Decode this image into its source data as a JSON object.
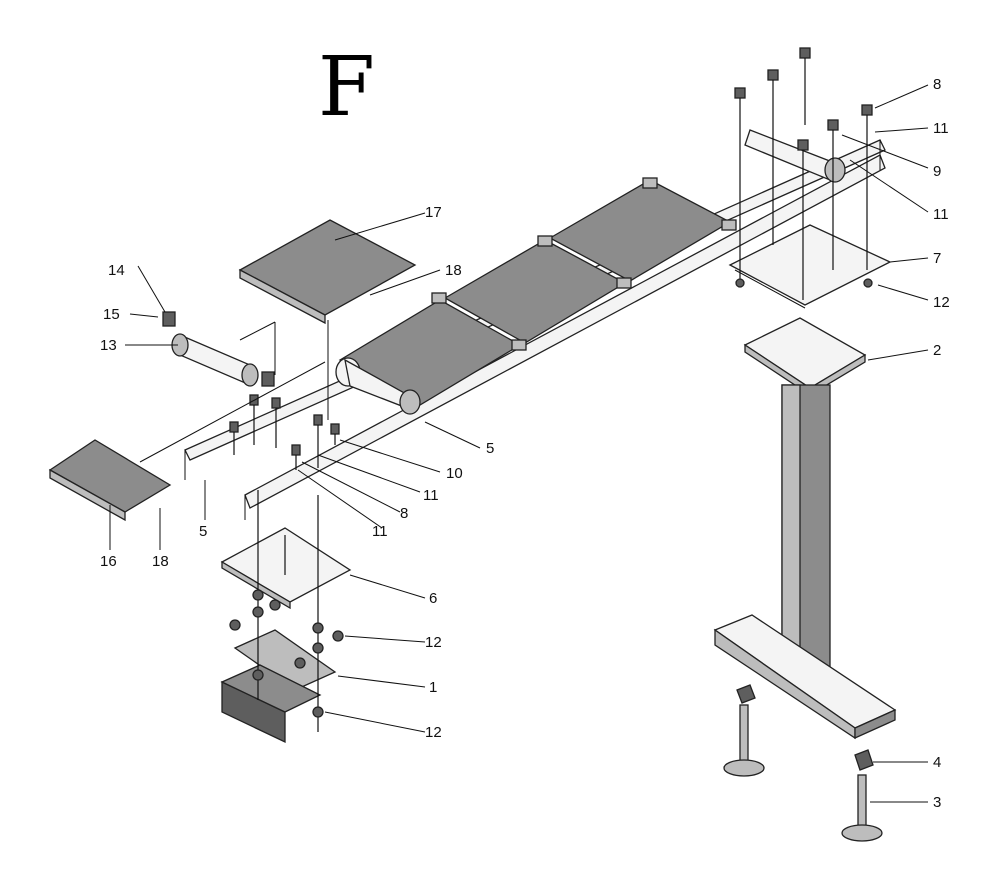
{
  "title": "F",
  "labels": [
    {
      "id": "l8a",
      "text": "8"
    },
    {
      "id": "l11a",
      "text": "11"
    },
    {
      "id": "l9",
      "text": "9"
    },
    {
      "id": "l11b",
      "text": "11"
    },
    {
      "id": "l7",
      "text": "7"
    },
    {
      "id": "l12a",
      "text": "12"
    },
    {
      "id": "l2",
      "text": "2"
    },
    {
      "id": "l17",
      "text": "17"
    },
    {
      "id": "l18a",
      "text": "18"
    },
    {
      "id": "l14",
      "text": "14"
    },
    {
      "id": "l15",
      "text": "15"
    },
    {
      "id": "l13",
      "text": "13"
    },
    {
      "id": "l5a",
      "text": "5"
    },
    {
      "id": "l10",
      "text": "10"
    },
    {
      "id": "l11c",
      "text": "11"
    },
    {
      "id": "l8b",
      "text": "8"
    },
    {
      "id": "l11d",
      "text": "11"
    },
    {
      "id": "l5b",
      "text": "5"
    },
    {
      "id": "l16",
      "text": "16"
    },
    {
      "id": "l18b",
      "text": "18"
    },
    {
      "id": "l6",
      "text": "6"
    },
    {
      "id": "l12b",
      "text": "12"
    },
    {
      "id": "l1",
      "text": "1"
    },
    {
      "id": "l12c",
      "text": "12"
    },
    {
      "id": "l4",
      "text": "4"
    },
    {
      "id": "l3",
      "text": "3"
    }
  ]
}
